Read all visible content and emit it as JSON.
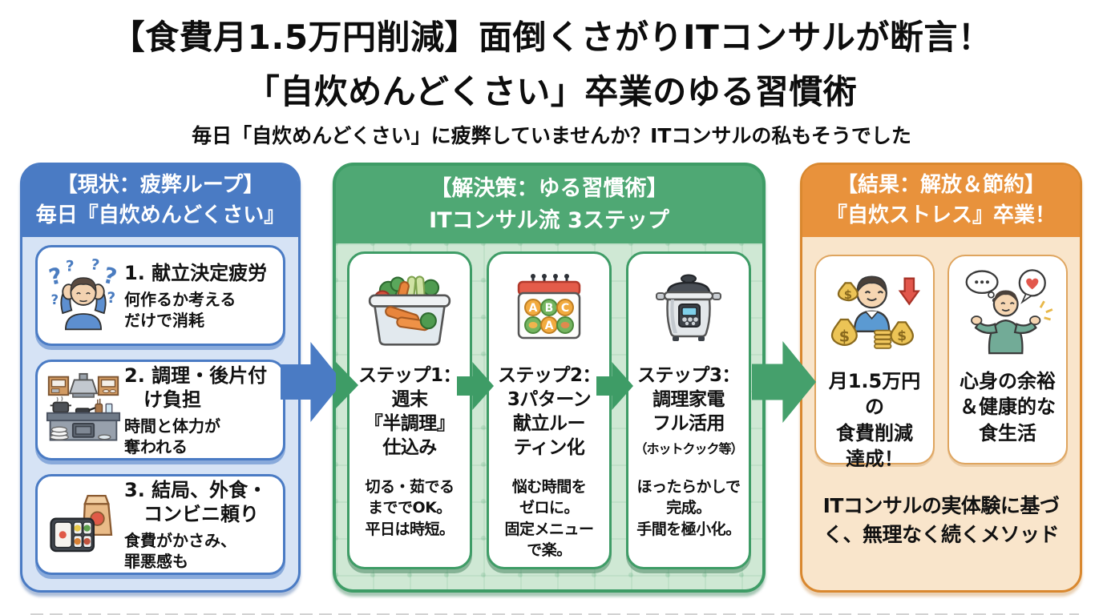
{
  "header": {
    "title_line1": "【食費月1.5万円削減】面倒くさがりITコンサルが断言！",
    "title_line2": "「自炊めんどくさい」卒業のゆる習慣術",
    "subtitle": "毎日「自炊めんどくさい」に疲弊していませんか？ITコンサルの私もそうでした"
  },
  "current_panel": {
    "header": "【現状：疲弊ループ】\n毎日『自炊めんどくさい』",
    "cards": [
      {
        "icon": "confused-person-icon",
        "title": "1. 献立決定疲労",
        "desc": "何作るか考える\nだけで消耗"
      },
      {
        "icon": "kitchen-icon",
        "title": "2. 調理・後片付\n　け負担",
        "desc": "時間と体力が\n奪われる"
      },
      {
        "icon": "bento-box-icon",
        "title": "3. 結局、外食・\n　コンビニ頼り",
        "desc": "食費がかさみ、\n罪悪感も"
      }
    ]
  },
  "solution_panel": {
    "header": "【解決策：ゆる習慣術】\nITコンサル流 3ステップ",
    "steps": [
      {
        "icon": "veggie-container-icon",
        "title": "ステップ1：\n週末\n『半調理』\n仕込み",
        "desc": "切る・茹でる\nまででOK。\n平日は時短。"
      },
      {
        "icon": "menu-calendar-icon",
        "title": "ステップ2：\n3パターン\n献立ルー\nティン化",
        "desc": "悩む時間を\nゼロに。\n固定メニュー\nで楽。"
      },
      {
        "icon": "cooking-appliance-icon",
        "title": "ステップ3：\n調理家電\nフル活用",
        "note": "（ホットクック等）",
        "desc": "ほったらかしで\n完成。\n手間を極小化。"
      }
    ]
  },
  "result_panel": {
    "header": "【結果：解放＆節約】\n『自炊ストレス』卒業！",
    "cards": [
      {
        "icon": "money-saving-icon",
        "title": "月1.5万円の\n食費削減\n達成！"
      },
      {
        "icon": "wellbeing-icon",
        "title": "心身の余裕\n＆健康的な\n食生活"
      }
    ],
    "footer": "ITコンサルの実体験に基づ\nく、無理なく続くメソッド"
  },
  "colors": {
    "blue": "#4a7bc4",
    "blue_light": "#d6e3f5",
    "green": "#4fa874",
    "green_border": "#3e9c66",
    "green_light": "#cfe8d4",
    "orange": "#e8923c",
    "orange_border": "#d9882f",
    "orange_light": "#f9e5cb",
    "arrow_blue": "#4a7bc4",
    "arrow_green": "#45a06c",
    "text": "#111111"
  }
}
